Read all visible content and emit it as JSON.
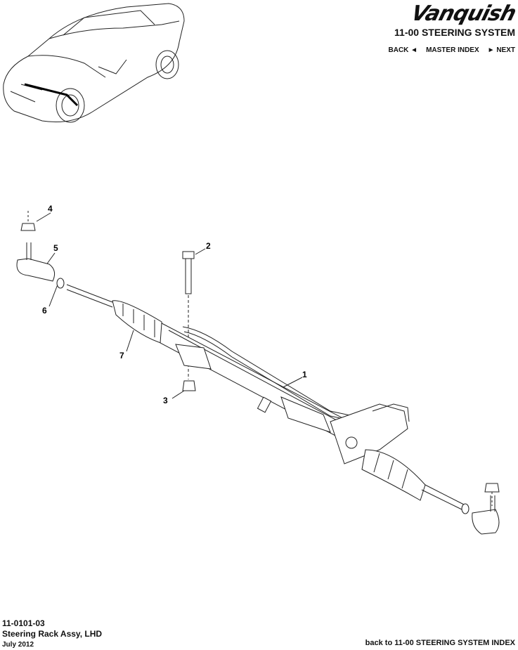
{
  "header": {
    "logo_text": "Vanquish",
    "section_title": "11-00 STEERING SYSTEM",
    "nav": {
      "back": "BACK ◄",
      "master_index": "MASTER INDEX",
      "next": "► NEXT"
    }
  },
  "diagram": {
    "callouts": [
      "1",
      "2",
      "3",
      "4",
      "5",
      "6",
      "7"
    ]
  },
  "footer": {
    "part_number": "11-0101-03",
    "part_name": "Steering Rack Assy, LHD",
    "date": "July 2012",
    "back_link": "back to 11-00 STEERING SYSTEM INDEX"
  }
}
